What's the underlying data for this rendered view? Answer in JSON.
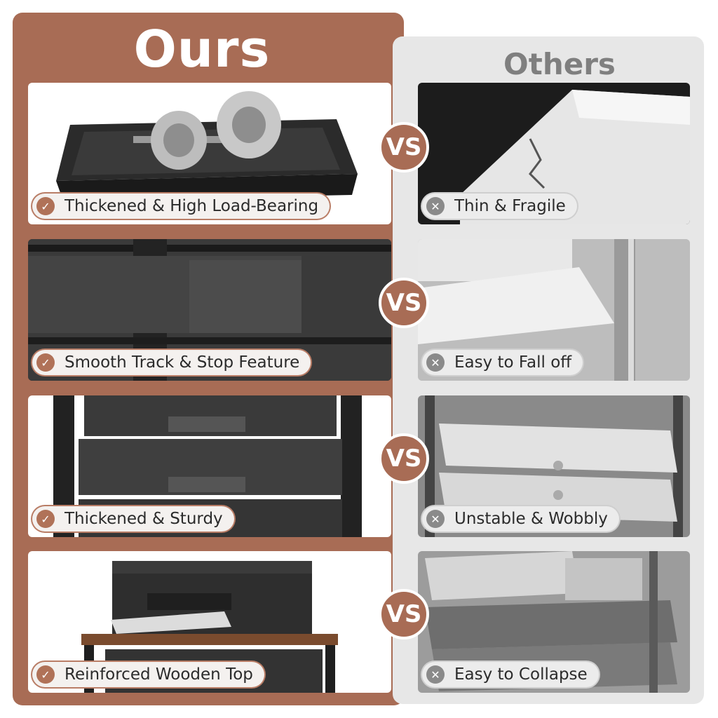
{
  "header": {
    "ours_title": "Ours",
    "others_title": "Others"
  },
  "vs_label": "VS",
  "rows": [
    {
      "ours_label": "Thickened & High Load-Bearing",
      "others_label": "Thin & Fragile"
    },
    {
      "ours_label": "Smooth Track & Stop Feature",
      "others_label": "Easy to Fall off"
    },
    {
      "ours_label": "Thickened & Sturdy",
      "others_label": "Unstable & Wobbly"
    },
    {
      "ours_label": "Reinforced Wooden Top",
      "others_label": "Easy to Collapse"
    }
  ],
  "colors": {
    "accent": "#a86c55",
    "others_bg": "#e7e7e7",
    "check": "#b07258"
  },
  "icons": {
    "ours": "check-icon",
    "others": "x-circle-icon"
  }
}
